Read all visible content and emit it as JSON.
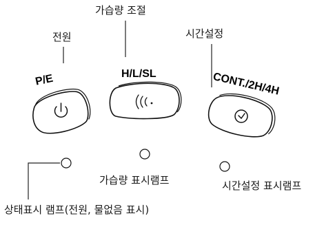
{
  "labels": {
    "power": "전원",
    "humidify_control": "가습량 조절",
    "time_setting": "시간설정",
    "status_lamp": "상태표시 램프(전원, 물없음 표시)",
    "humidify_lamp": "가습량 표시램프",
    "time_lamp": "시간설정 표시램프"
  },
  "buttons": {
    "power_code": "P/E",
    "humidify_code": "H/L/SL",
    "timer_code": "CONT./2H/4H",
    "humidify_glyph": "(((·"
  },
  "icons": {
    "power": "power-icon",
    "humidify": "wave-icon",
    "timer": "clock-icon"
  }
}
